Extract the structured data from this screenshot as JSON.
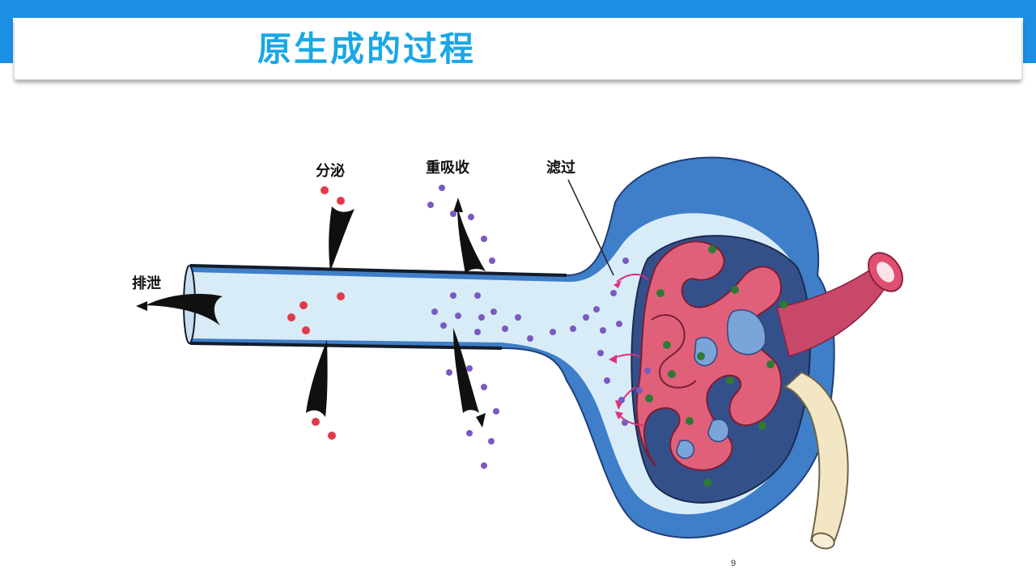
{
  "slide": {
    "title": "原生成的过程",
    "page_number": "9"
  },
  "diagram": {
    "labels": {
      "secretion": "分泌",
      "reabsorption": "重吸收",
      "filtration": "滤过",
      "excretion": "排泄"
    }
  },
  "colors": {
    "header_bar": "#1a8fe3",
    "title_text": "#19a7e6",
    "tubule_fill": "#d8ecf8",
    "capsule_wall": "#4f86c8",
    "glomerulus": "#e0607a",
    "red_particles": "#e23a4a",
    "purple_particles": "#7a5ac0",
    "green_particles": "#2e7a34",
    "filtration_arrows": "#e0307a"
  }
}
